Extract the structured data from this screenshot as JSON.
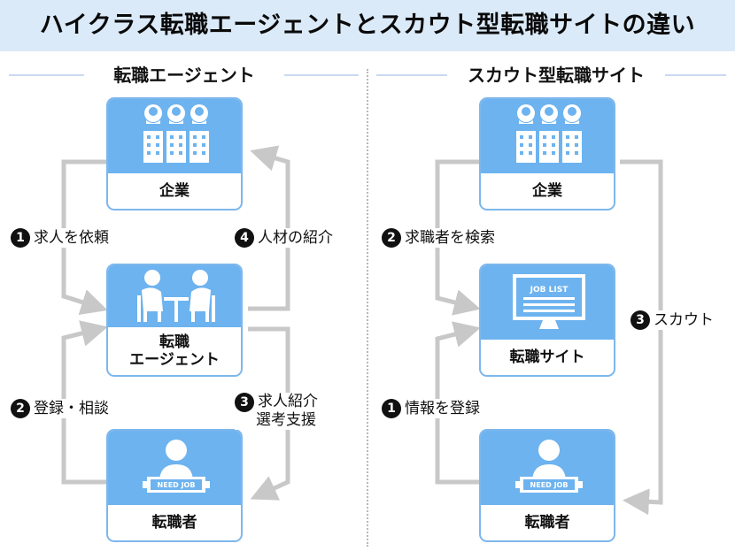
{
  "title": "ハイクラス転職エージェントとスカウト型転職サイトの違い",
  "colors": {
    "banner": "#dbeaf8",
    "card_top": "#6db3ef",
    "card_border": "#7db7ec",
    "line": "#c8c8c8"
  },
  "left": {
    "heading": "転職エージェント",
    "company": "企業",
    "agent": [
      "転職",
      "エージェント"
    ],
    "seeker": "転職者",
    "job_sign": "NEED JOB",
    "steps": [
      {
        "num": "1",
        "text": "求人を依頼"
      },
      {
        "num": "2",
        "text": "登録・相談"
      },
      {
        "num": "3",
        "text": "求人紹介",
        "text2": "選考支援"
      },
      {
        "num": "4",
        "text": "人材の紹介"
      }
    ]
  },
  "right": {
    "heading": "スカウト型転職サイト",
    "company": "企業",
    "site": "転職サイト",
    "site_sign": "JOB LIST",
    "seeker": "転職者",
    "job_sign": "NEED JOB",
    "steps": [
      {
        "num": "1",
        "text": "情報を登録"
      },
      {
        "num": "2",
        "text": "求職者を検索"
      },
      {
        "num": "3",
        "text": "スカウト"
      }
    ]
  }
}
